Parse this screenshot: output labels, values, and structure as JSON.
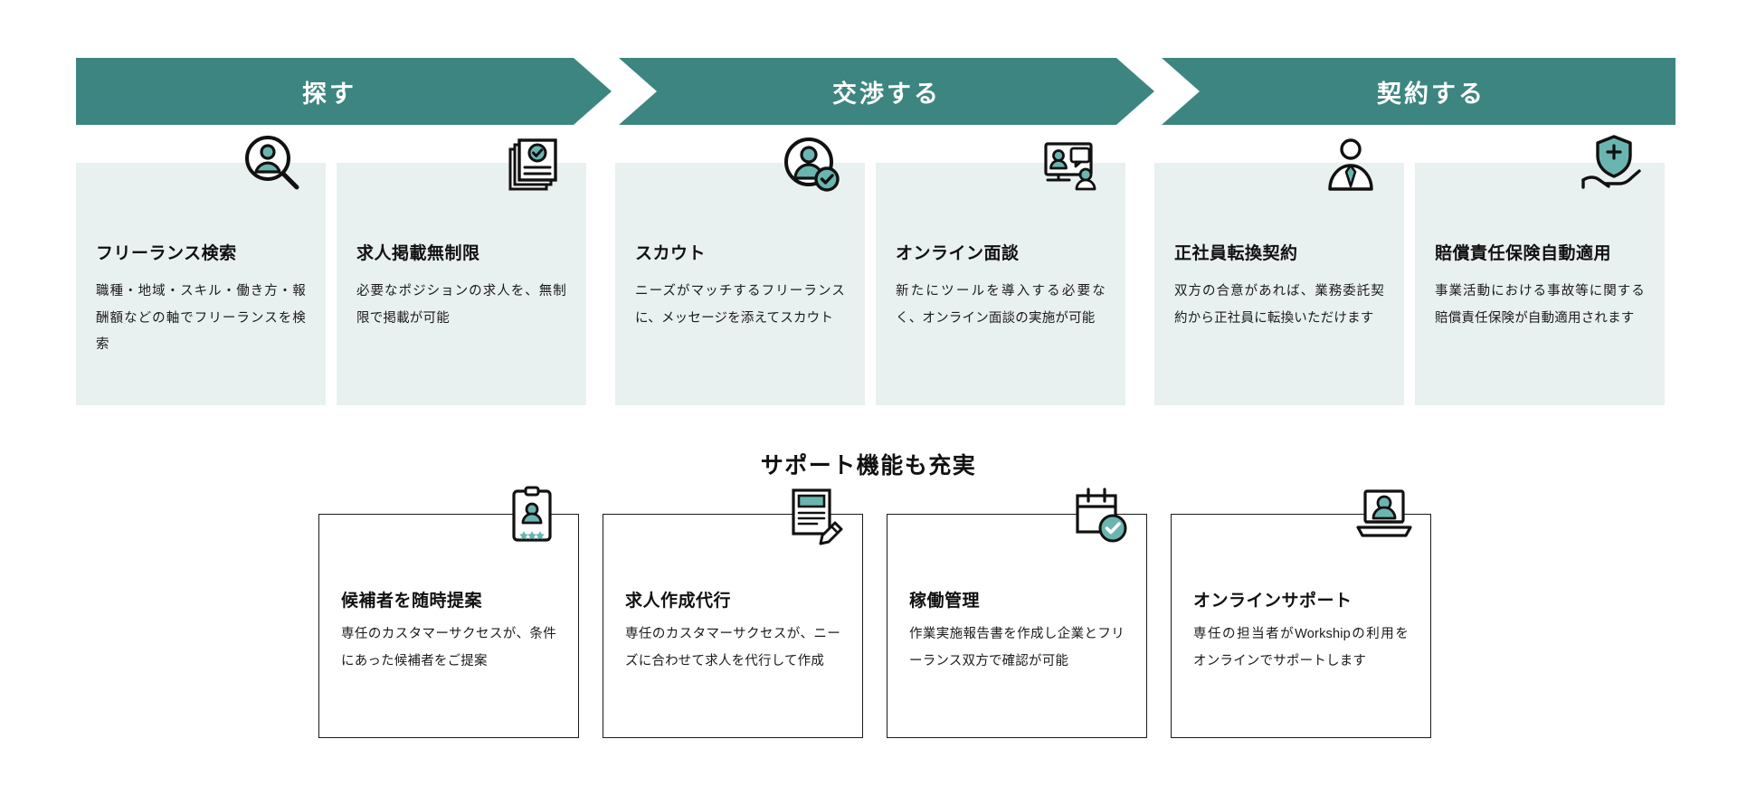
{
  "phases": [
    {
      "label": "探す",
      "name": "phase-search"
    },
    {
      "label": "交渉する",
      "name": "phase-negotiate"
    },
    {
      "label": "契約する",
      "name": "phase-contract"
    }
  ],
  "features": [
    {
      "icon": "person-search-icon",
      "title": "フリーランス検索",
      "desc": "職種・地域・スキル・働き方・報酬額などの軸でフリーランスを検索"
    },
    {
      "icon": "documents-check-icon",
      "title": "求人掲載無制限",
      "desc": "必要なポジションの求人を、無制限で掲載が可能"
    },
    {
      "icon": "person-check-icon",
      "title": "スカウト",
      "desc": "ニーズがマッチするフリーランスに、メッセージを添えてスカウト"
    },
    {
      "icon": "video-interview-icon",
      "title": "オンライン面談",
      "desc": "新たにツールを導入する必要なく、オンライン面談の実施が可能"
    },
    {
      "icon": "business-person-icon",
      "title": "正社員転換契約",
      "desc": "双方の合意があれば、業務委託契約から正社員に転換いただけます"
    },
    {
      "icon": "insurance-shield-hand-icon",
      "title": "賠償責任保険自動適用",
      "desc": "事業活動における事故等に関する賠償責任保険が自動適用されます"
    }
  ],
  "support": {
    "heading": "サポート機能も充実",
    "cards": [
      {
        "icon": "id-card-rating-icon",
        "title": "候補者を随時提案",
        "desc": "専任のカスタマーサクセスが、条件にあった候補者をご提案"
      },
      {
        "icon": "document-pencil-icon",
        "title": "求人作成代行",
        "desc": "専任のカスタマーサクセスが、ニーズに合わせて求人を代行して作成"
      },
      {
        "icon": "calendar-check-icon",
        "title": "稼働管理",
        "desc": "作業実施報告書を作成し企業とフリーランス双方で確認が可能"
      },
      {
        "icon": "laptop-support-icon",
        "title": "オンラインサポート",
        "desc": "専任の担当者がWorkshipの利用をオンラインでサポートします"
      }
    ]
  },
  "colors": {
    "teal_banner": "#3C8580",
    "card_bg": "#E9F1F0",
    "icon_accent": "#6BB5B0",
    "ink": "#111111"
  }
}
